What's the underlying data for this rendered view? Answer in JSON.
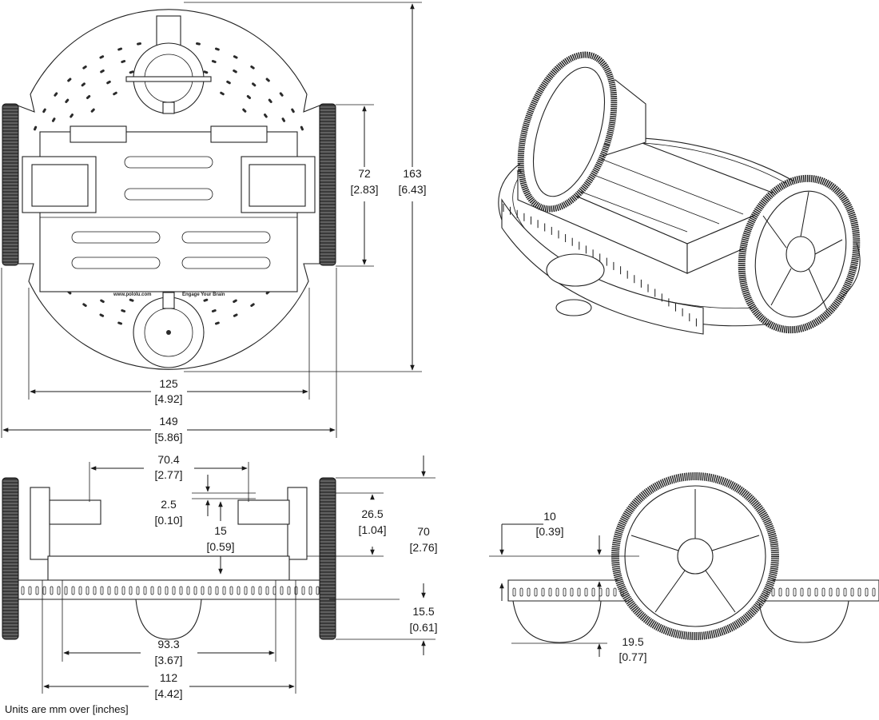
{
  "footnote": "Units are mm over [inches]",
  "logos": {
    "brand": "www.pololu.com",
    "slogan": "Engage Your Brain"
  },
  "dimensions": {
    "top_motor_span": {
      "mm": "72",
      "in": "[2.83]"
    },
    "top_overall_depth": {
      "mm": "163",
      "in": "[6.43]"
    },
    "top_chassis_width": {
      "mm": "125",
      "in": "[4.92]"
    },
    "top_overall_width": {
      "mm": "149",
      "in": "[5.86]"
    },
    "front_motor_spacing": {
      "mm": "70.4",
      "in": "[2.77]"
    },
    "front_small_offset": {
      "mm": "2.5",
      "in": "[0.10]"
    },
    "front_axle_height": {
      "mm": "15",
      "in": "[0.59]"
    },
    "front_upper_height": {
      "mm": "26.5",
      "in": "[1.04]"
    },
    "front_overall_height": {
      "mm": "70",
      "in": "[2.76]"
    },
    "front_ground_clearance": {
      "mm": "15.5",
      "in": "[0.61]"
    },
    "front_inner_width": {
      "mm": "93.3",
      "in": "[3.67]"
    },
    "front_base_width": {
      "mm": "112",
      "in": "[4.42]"
    },
    "side_axle_offset": {
      "mm": "10",
      "in": "[0.39]"
    },
    "side_caster_height": {
      "mm": "19.5",
      "in": "[0.77]"
    }
  }
}
